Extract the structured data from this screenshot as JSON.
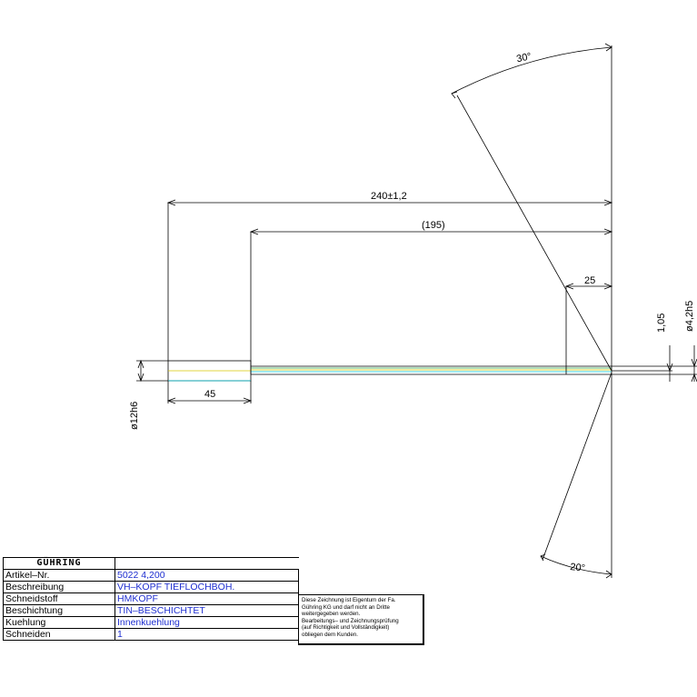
{
  "dimensions": {
    "angle_top": "30°",
    "overall_length": "240±1,2",
    "reference_length": "(195)",
    "head_length": "25",
    "shank_length": "45",
    "offset": "1,05",
    "shank_diameter": "ø12h6",
    "head_diameter": "ø4,2h5",
    "angle_bottom": "20°"
  },
  "title_block": {
    "logo": "GÜHRING",
    "rows": [
      {
        "label": "Artikel–Nr.",
        "value": "5022 4,200"
      },
      {
        "label": "Beschreibung",
        "value": "VH–KOPF TIEFLOCHBOH."
      },
      {
        "label": "Schneidstoff",
        "value": "HMKOPF"
      },
      {
        "label": "Beschichtung",
        "value": "TIN–BESCHICHTET"
      },
      {
        "label": "Kuehlung",
        "value": "Innenkuehlung"
      },
      {
        "label": "Schneiden",
        "value": "1"
      }
    ]
  },
  "legal_notice": {
    "lines": [
      "Diese Zeichnung ist Eigentum der Fa.",
      "Gühring KG und darf nicht an Dritte",
      "weitergegeben werden.",
      "Bearbeitungs– und Zeichnungsprüfung",
      "(auf Richtigkeit und Vollständigkeit)",
      "obliegen dem Kunden."
    ]
  },
  "colors": {
    "line": "#000000",
    "cyan": "#00c8d8",
    "green": "#2fa84a",
    "yellow": "#d8c800",
    "value_text": "#1f2fd0"
  }
}
